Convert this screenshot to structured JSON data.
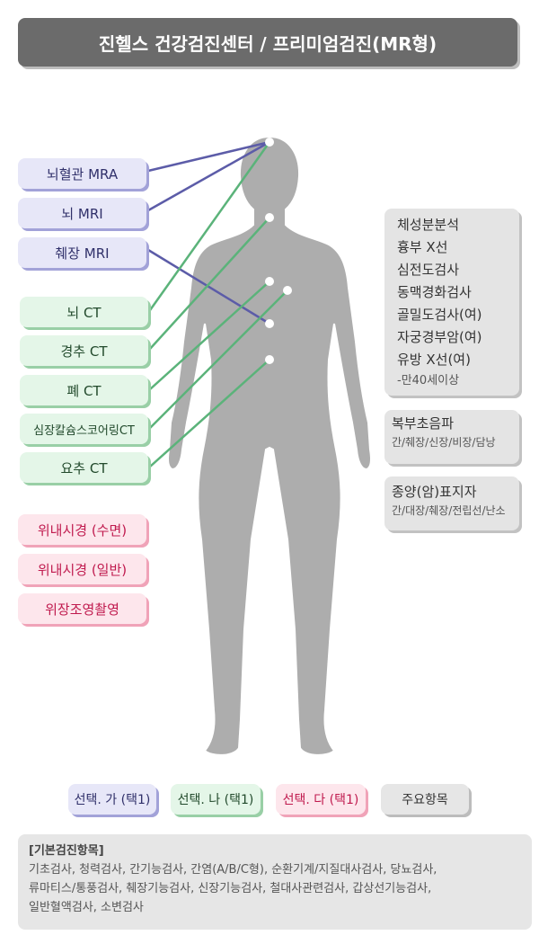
{
  "title": "진헬스 건강검진센터 / 프리미엄검진(MR형)",
  "group_a": [
    "뇌혈관 MRA",
    "뇌 MRI",
    "췌장 MRI"
  ],
  "group_b": [
    "뇌 CT",
    "경추 CT",
    "폐 CT",
    "심장칼슘스코어링CT",
    "요추 CT"
  ],
  "group_c": [
    "위내시경 (수면)",
    "위내시경 (일반)",
    "위장조영촬영"
  ],
  "main_items": {
    "lines": [
      "체성분분석",
      "흉부 X선",
      "심전도검사",
      "동맥경화검사",
      "골밀도검사(여)",
      "자궁경부암(여)",
      "유방 X선(여)"
    ],
    "note": "-만40세이상"
  },
  "ultrasound": {
    "title": "복부초음파",
    "detail": "간/췌장/신장/비장/담낭"
  },
  "tumor_marker": {
    "title": "종양(암)표지자",
    "detail": "간/대장/췌장/전립선/난소"
  },
  "legend": {
    "a": "선택. 가 (택1)",
    "b": "선택. 나 (택1)",
    "c": "선택. 다 (택1)",
    "main": "주요항목"
  },
  "basic": {
    "heading": "[기본검진항목]",
    "lines": [
      "기초검사, 청력검사, 간기능검사, 간염(A/B/C형), 순환기계/지질대사검사, 당뇨검사,",
      "류마티스/통풍검사, 췌장기능검사, 신장기능검사, 철대사관련검사, 갑상선기능검사,",
      "일반혈액검사, 소변검사"
    ]
  },
  "colors": {
    "line_blue": "#5c5ca8",
    "line_green": "#5bb37a",
    "body_fill": "#adadad"
  }
}
